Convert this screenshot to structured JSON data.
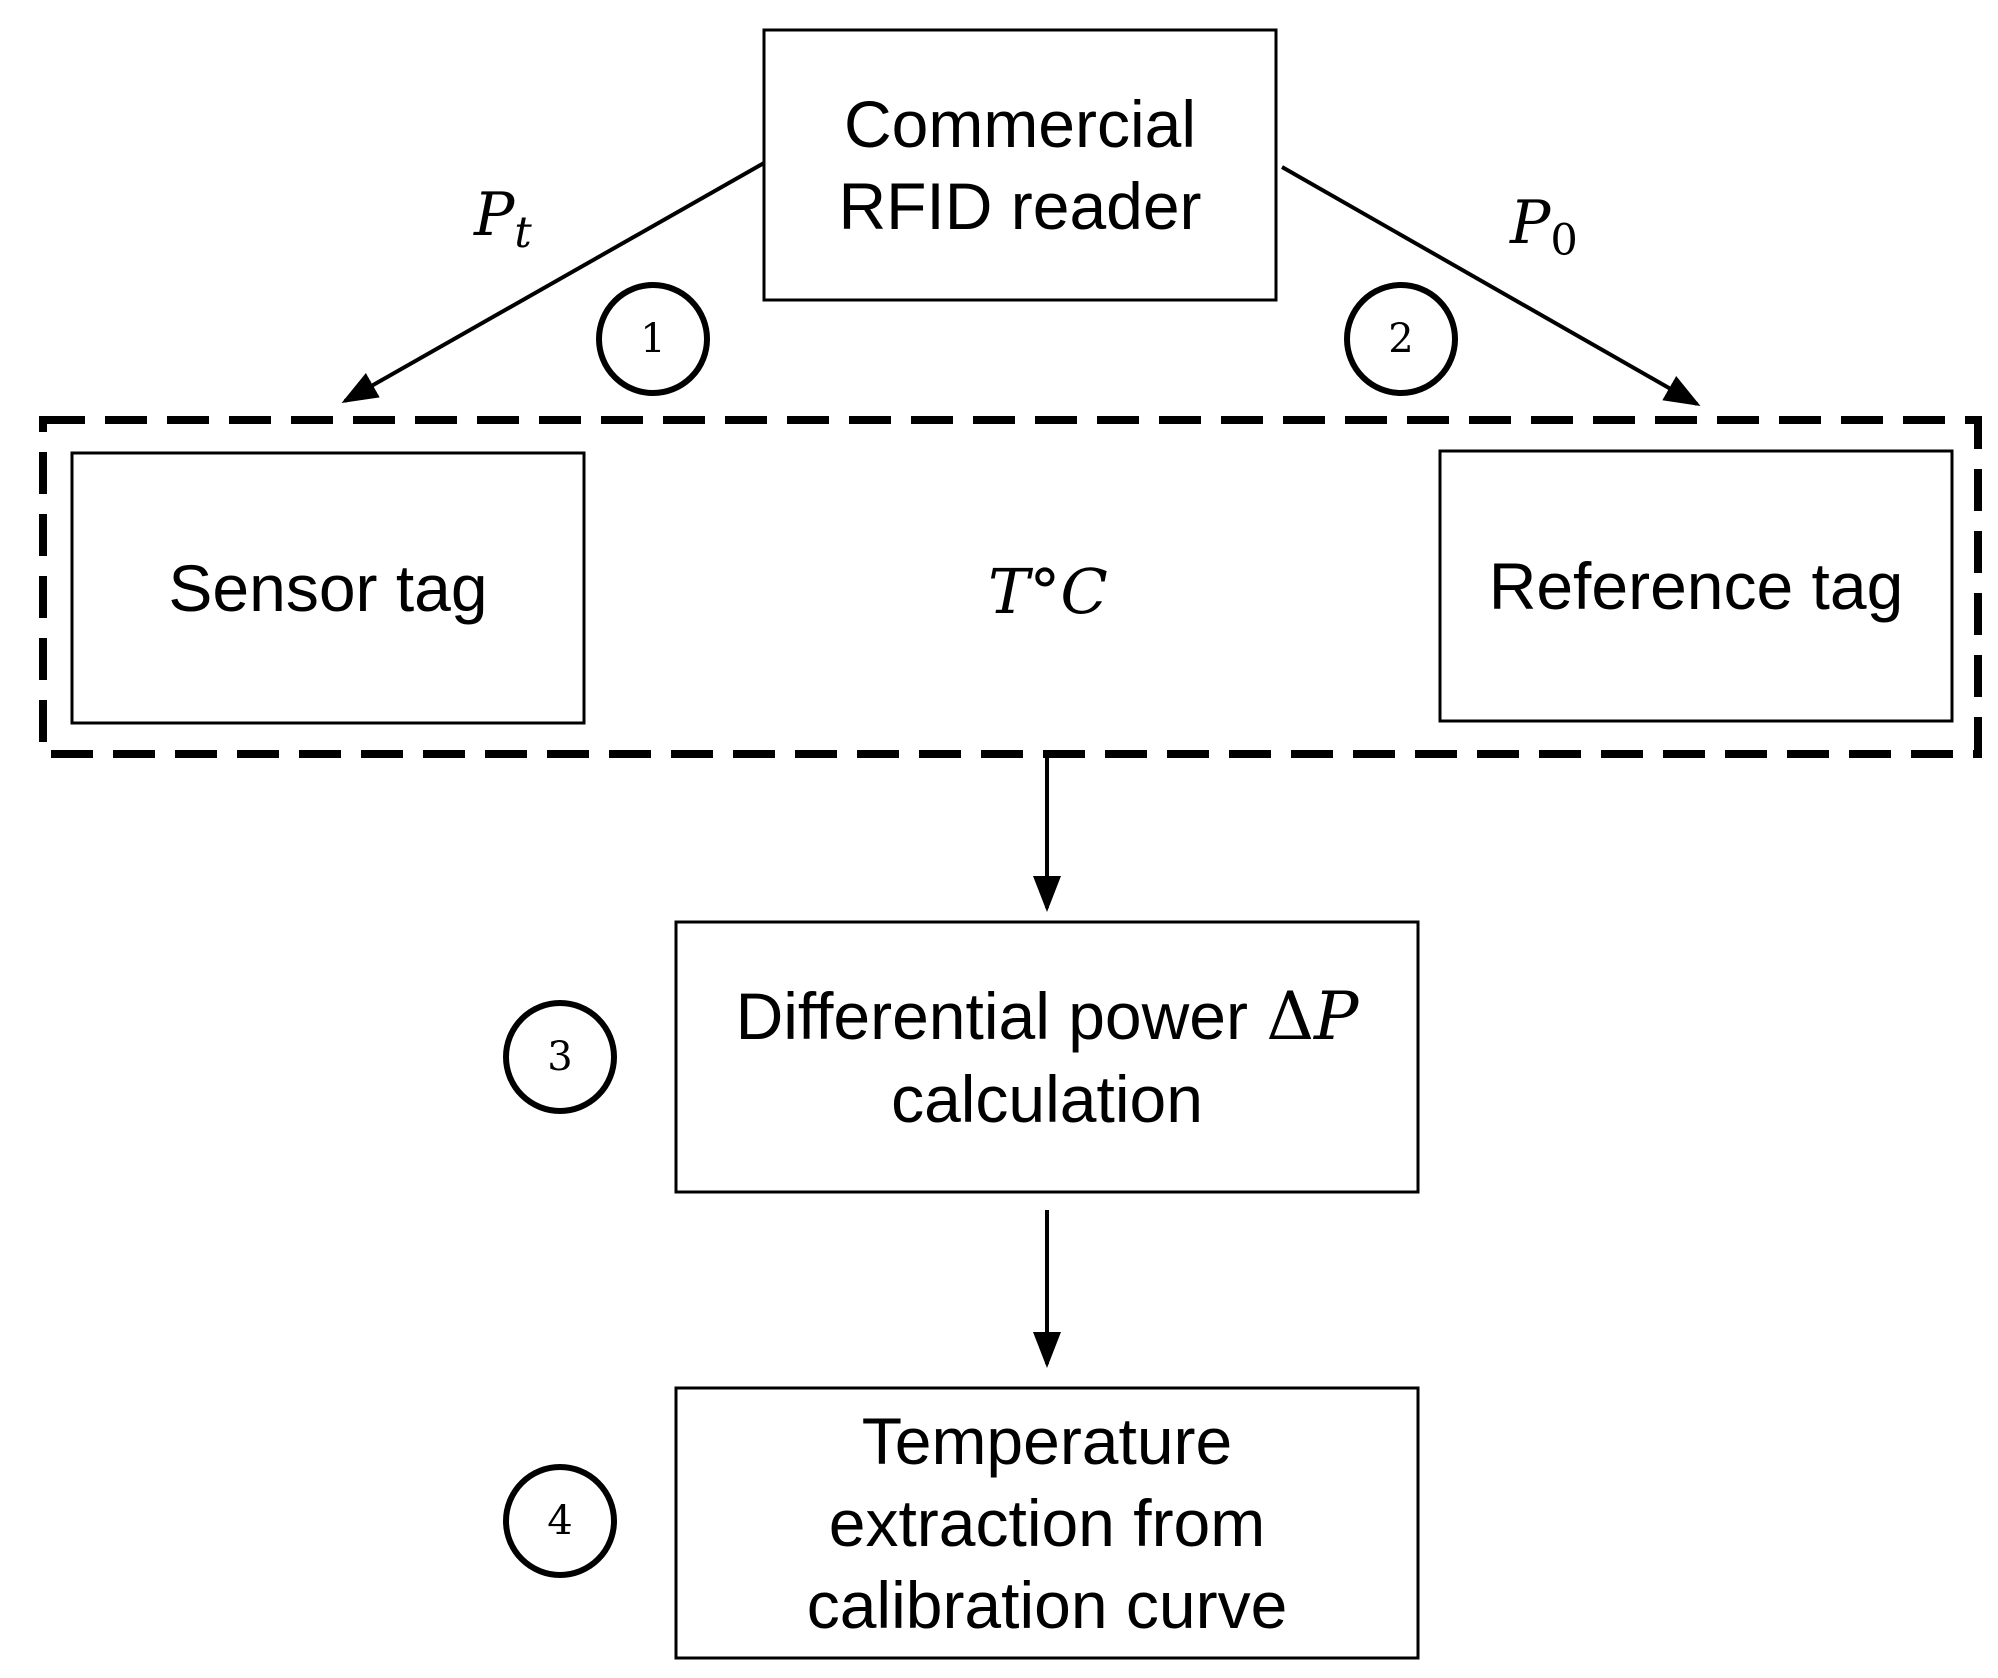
{
  "nodes": {
    "reader": {
      "lines": [
        "Commercial",
        "RFID reader"
      ]
    },
    "sensor_tag": {
      "label": "Sensor tag"
    },
    "reference_tag": {
      "label": "Reference tag"
    },
    "differential": {
      "line1_text": "Differential power ",
      "line1_math_delta": "Δ",
      "line1_math_var": "P",
      "line2": "calculation"
    },
    "temperature": {
      "lines": [
        "Temperature",
        "extraction from",
        "calibration curve"
      ]
    }
  },
  "labels": {
    "pt_base": "P",
    "pt_sub": "t",
    "p0_base": "P",
    "p0_sub": "0",
    "temp_var": "T°C"
  },
  "steps": [
    "1",
    "2",
    "3",
    "4"
  ]
}
